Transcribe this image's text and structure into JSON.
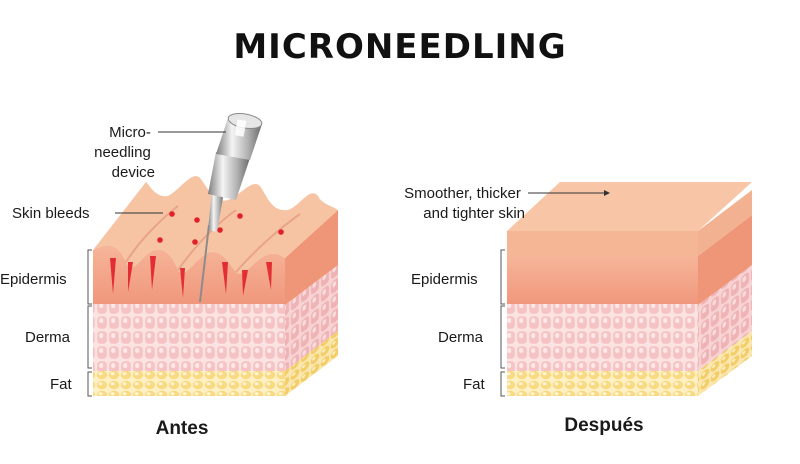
{
  "title": "MICRONEEDLING",
  "left": {
    "caption": "Antes",
    "device_label": [
      "Micro-",
      "needling",
      "device"
    ],
    "bleeds_label": "Skin bleeds",
    "layers": [
      "Epidermis",
      "Derma",
      "Fat"
    ]
  },
  "right": {
    "caption": "Después",
    "result_label": [
      "Smoother, thicker",
      "and tighter skin"
    ],
    "layers": [
      "Epidermis",
      "Derma",
      "Fat"
    ]
  },
  "colors": {
    "epidermis_top": "#f5c5a3",
    "epidermis_front": "#f2a489",
    "epidermis_side": "#ee9478",
    "derma": "#f8d9d9",
    "derma_cell": "#f7c4c6",
    "fat": "#fbe7a9",
    "fat_cell": "#f6d06d",
    "blood": "#e2202a",
    "needle_metal": "#b9b9b9"
  }
}
